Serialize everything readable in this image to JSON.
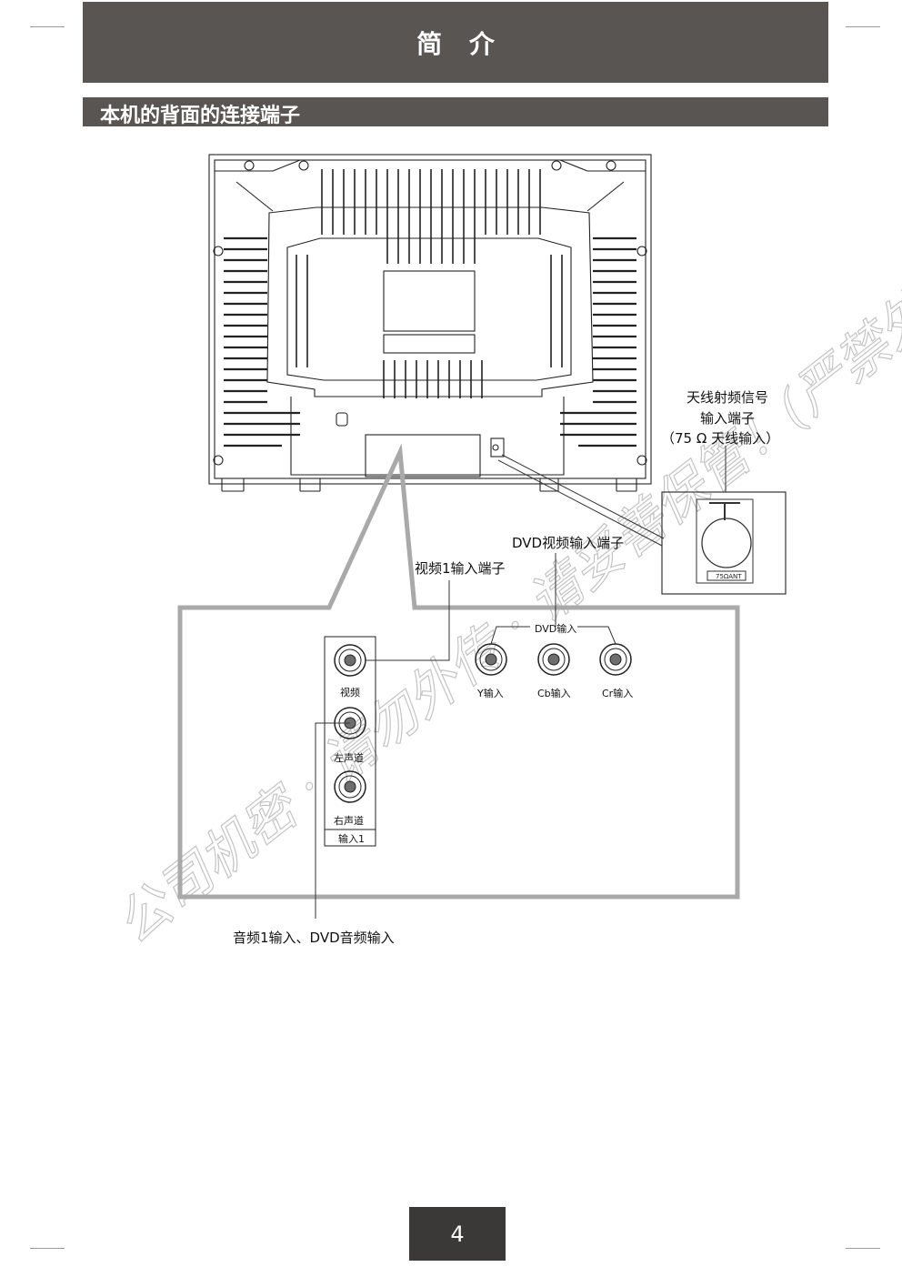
{
  "header": {
    "title": "简 介"
  },
  "section": {
    "title": "本机的背面的连接端子"
  },
  "callouts": {
    "antenna_line1": "天线射频信号",
    "antenna_line2": "输入端子",
    "antenna_line3": "（75 Ω  天线输入）",
    "dvd_video": "DVD视频输入端子",
    "video1": "视频1输入端子",
    "audio": "音频1输入、DVD音频输入"
  },
  "antenna_plate": {
    "label": "75ΩANT"
  },
  "panel": {
    "video": "视频",
    "left": "左声道",
    "right": "右声道",
    "group": "输入1",
    "dvd_group": "DVD输入",
    "y": "Y输入",
    "cb": "Cb输入",
    "cr": "Cr输入"
  },
  "watermark": "公司机密 · 请勿外传 · 请妥善保管！(严禁外泄)",
  "page_number": "4"
}
